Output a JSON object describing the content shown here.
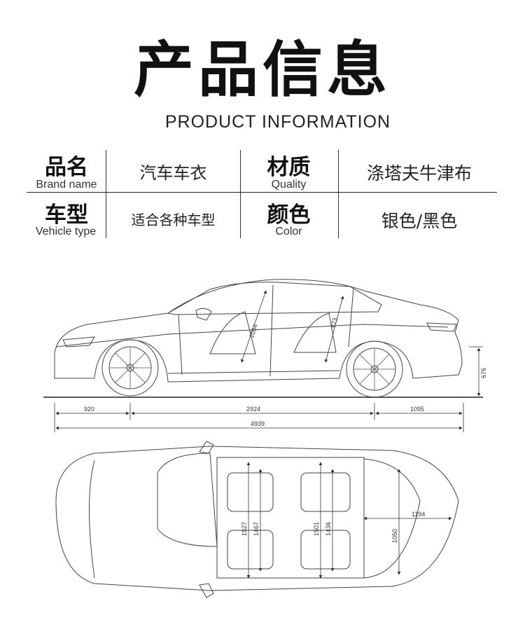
{
  "header": {
    "title": "产品信息",
    "subtitle": "PRODUCT INFORMATION"
  },
  "spec_table": {
    "rows": [
      {
        "left_label": "品名",
        "left_label_en": "Brand name",
        "left_value": "汽车车衣",
        "right_label": "材质",
        "right_label_en": "Quality",
        "right_value": "涤塔夫牛津布"
      },
      {
        "left_label": "车型",
        "left_label_en": "Vehicle type",
        "left_value": "适合各种车型",
        "right_label": "颜色",
        "right_label_en": "Color",
        "right_value": "银色/黑色"
      }
    ]
  },
  "dimensions": {
    "side": {
      "front_overhang": "920",
      "wheelbase": "2924",
      "rear_overhang": "1095",
      "overall_length": "4939",
      "wheel_height": "676",
      "front_headroom": "1054",
      "rear_headroom": "973"
    },
    "top": {
      "front_shoulder": "1527",
      "front_elbow": "1467",
      "rear_shoulder": "1501",
      "rear_elbow": "1436",
      "trunk_width": "1050",
      "trunk_depth": "1194"
    }
  }
}
